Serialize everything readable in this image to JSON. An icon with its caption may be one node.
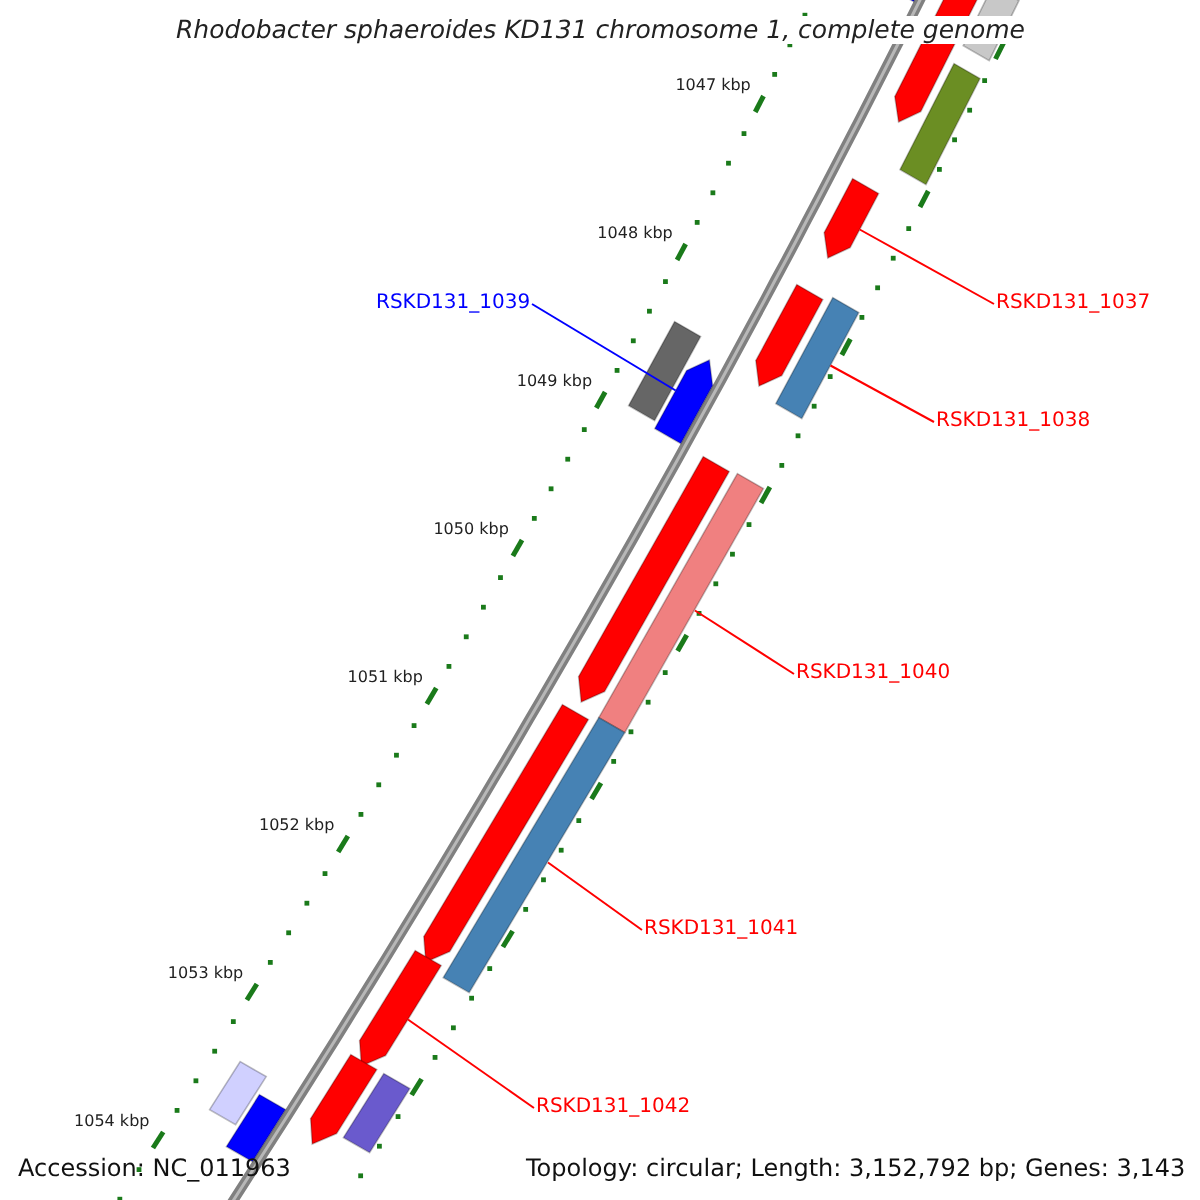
{
  "diagram": {
    "title": "Rhodobacter sphaeroides KD131 chromosome 1, complete genome",
    "nodes": [
      {
        "text": [
          "RSKD131_1039"
        ]
      },
      {
        "text": [],
        "shape": "bar"
      },
      {
        "text": [
          "RSKD131_1037"
        ]
      },
      {
        "text": [],
        "shape": "bar"
      },
      {
        "text": [
          "RSKD131_1038"
        ]
      },
      {
        "text": [],
        "shape": "bar"
      },
      {
        "text": [
          "RSKD131_1040"
        ]
      },
      {
        "text": [],
        "shape": "bar"
      },
      {
        "text": [
          "RSKD131_1041"
        ]
      },
      {
        "text": [],
        "shape": "bar"
      },
      {
        "text": [
          "RSKD131_1042"
        ]
      },
      {
        "text": [],
        "shape": "bar"
      },
      {
        "text": [],
        "shape": "bar"
      },
      {
        "text": [],
        "shape": "bar"
      },
      {
        "text": [],
        "shape": "bar"
      },
      {
        "text": [],
        "shape": "bar"
      },
      {
        "text": [],
        "shape": "bar"
      },
      {
        "text": [],
        "shape": "bar"
      },
      {
        "text": [],
        "shape": "bar"
      },
      {
        "text": [],
        "shape": "bar"
      },
      {
        "text": [],
        "shape": "bar"
      },
      {
        "text": [],
        "shape": "bar"
      },
      {
        "text": [],
        "shape": "bar"
      },
      {
        "text": [],
        "shape": "bar"
      }
    ],
    "edges": [
      {
        "from": 0,
        "to": 1,
        "arrow": "none",
        "color": "#0000ff"
      },
      {
        "from": 2,
        "to": 3,
        "arrow": "none"
      },
      {
        "from": 4,
        "to": 5,
        "arrow": "none"
      },
      {
        "from": 6,
        "to": 7,
        "arrow": "none"
      },
      {
        "from": 8,
        "to": 9,
        "arrow": "none"
      },
      {
        "from": 10,
        "to": 11,
        "arrow": "none"
      }
    ],
    "labels": [
      "1047 kbp",
      "1048 kbp",
      "1049 kbp",
      "1050 kbp",
      "1051 kbp",
      "1052 kbp",
      "1053 kbp",
      "1054 kbp",
      "Accession: NC_011963",
      "Topology: circular; Length: 3,152,792 bp; Genes: 3,143"
    ]
  }
}
